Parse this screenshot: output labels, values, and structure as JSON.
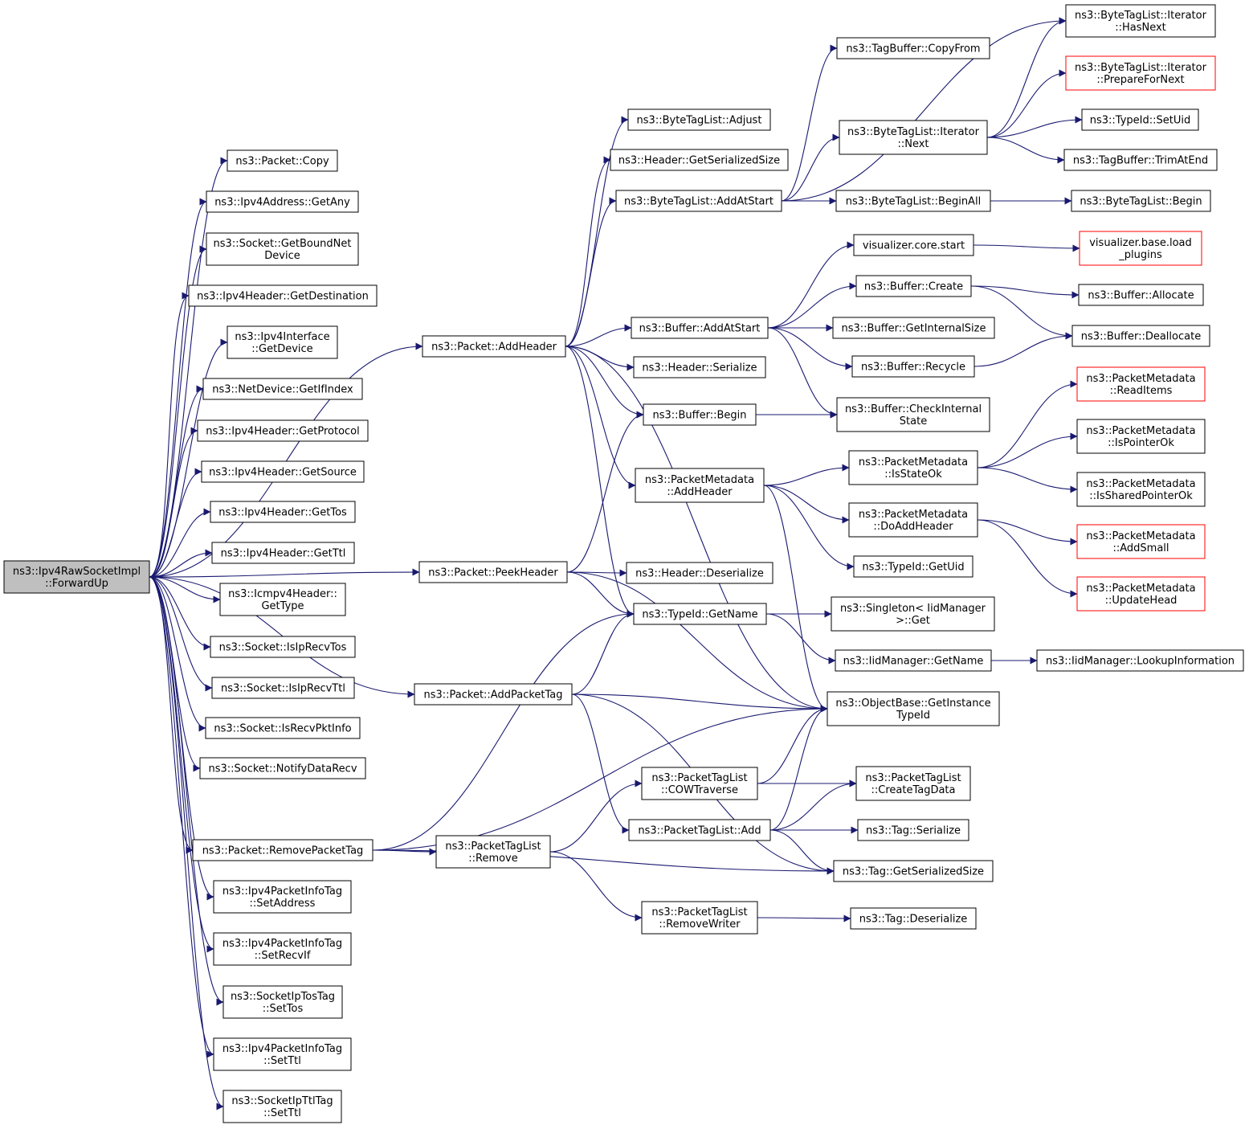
{
  "graph": {
    "colors": {
      "edge": "#191970",
      "node_border": "#000000",
      "node_border_incomplete": "#ff0000",
      "root_fill": "#bfbfbf",
      "node_fill": "#ffffff"
    },
    "nodes": [
      {
        "id": "forwardup",
        "lines": [
          "ns3::Ipv4RawSocketImpl",
          "::ForwardUp"
        ],
        "root": true
      },
      {
        "id": "pkt_copy",
        "lines": [
          "ns3::Packet::Copy"
        ]
      },
      {
        "id": "ipv4addr_getany",
        "lines": [
          "ns3::Ipv4Address::GetAny"
        ]
      },
      {
        "id": "sock_getboundnetdevice",
        "lines": [
          "ns3::Socket::GetBoundNet",
          "Device"
        ]
      },
      {
        "id": "ipv4hdr_getdest",
        "lines": [
          "ns3::Ipv4Header::GetDestination"
        ]
      },
      {
        "id": "ipv4if_getdevice",
        "lines": [
          "ns3::Ipv4Interface",
          "::GetDevice"
        ]
      },
      {
        "id": "netdev_getifindex",
        "lines": [
          "ns3::NetDevice::GetIfIndex"
        ]
      },
      {
        "id": "ipv4hdr_getprotocol",
        "lines": [
          "ns3::Ipv4Header::GetProtocol"
        ]
      },
      {
        "id": "ipv4hdr_getsource",
        "lines": [
          "ns3::Ipv4Header::GetSource"
        ]
      },
      {
        "id": "ipv4hdr_gettos",
        "lines": [
          "ns3::Ipv4Header::GetTos"
        ]
      },
      {
        "id": "ipv4hdr_getttl",
        "lines": [
          "ns3::Ipv4Header::GetTtl"
        ]
      },
      {
        "id": "icmpv4hdr_gettype",
        "lines": [
          "ns3::Icmpv4Header::",
          "GetType"
        ]
      },
      {
        "id": "sock_isiprecvtos",
        "lines": [
          "ns3::Socket::IsIpRecvTos"
        ]
      },
      {
        "id": "sock_isiprecvttl",
        "lines": [
          "ns3::Socket::IsIpRecvTtl"
        ]
      },
      {
        "id": "sock_isrecvpktinfo",
        "lines": [
          "ns3::Socket::IsRecvPktInfo"
        ]
      },
      {
        "id": "sock_notifydatarecv",
        "lines": [
          "ns3::Socket::NotifyDataRecv"
        ]
      },
      {
        "id": "pkt_removepackettag",
        "lines": [
          "ns3::Packet::RemovePacketTag"
        ]
      },
      {
        "id": "ipv4pit_setaddress",
        "lines": [
          "ns3::Ipv4PacketInfoTag",
          "::SetAddress"
        ]
      },
      {
        "id": "ipv4pit_setrecvif",
        "lines": [
          "ns3::Ipv4PacketInfoTag",
          "::SetRecvIf"
        ]
      },
      {
        "id": "socktostag_settos",
        "lines": [
          "ns3::SocketIpTosTag",
          "::SetTos"
        ]
      },
      {
        "id": "ipv4pit_setttl",
        "lines": [
          "ns3::Ipv4PacketInfoTag",
          "::SetTtl"
        ]
      },
      {
        "id": "sockttltag_setttl",
        "lines": [
          "ns3::SocketIpTtlTag",
          "::SetTtl"
        ]
      },
      {
        "id": "pkt_addheader",
        "lines": [
          "ns3::Packet::AddHeader"
        ]
      },
      {
        "id": "pkt_peekheader",
        "lines": [
          "ns3::Packet::PeekHeader"
        ]
      },
      {
        "id": "pkt_addpackettag",
        "lines": [
          "ns3::Packet::AddPacketTag"
        ]
      },
      {
        "id": "ptl_remove",
        "lines": [
          "ns3::PacketTagList",
          "::Remove"
        ]
      },
      {
        "id": "btl_adjust",
        "lines": [
          "ns3::ByteTagList::Adjust"
        ]
      },
      {
        "id": "hdr_getserializedsize",
        "lines": [
          "ns3::Header::GetSerializedSize"
        ]
      },
      {
        "id": "btl_addatstart",
        "lines": [
          "ns3::ByteTagList::AddAtStart"
        ]
      },
      {
        "id": "buf_addatstart",
        "lines": [
          "ns3::Buffer::AddAtStart"
        ]
      },
      {
        "id": "hdr_serialize",
        "lines": [
          "ns3::Header::Serialize"
        ]
      },
      {
        "id": "buf_begin",
        "lines": [
          "ns3::Buffer::Begin"
        ]
      },
      {
        "id": "pm_addheader",
        "lines": [
          "ns3::PacketMetadata",
          "::AddHeader"
        ]
      },
      {
        "id": "hdr_deserialize",
        "lines": [
          "ns3::Header::Deserialize"
        ]
      },
      {
        "id": "typeid_getname",
        "lines": [
          "ns3::TypeId::GetName"
        ]
      },
      {
        "id": "ptl_cowtraverse",
        "lines": [
          "ns3::PacketTagList",
          "::COWTraverse"
        ]
      },
      {
        "id": "ptl_add",
        "lines": [
          "ns3::PacketTagList::Add"
        ]
      },
      {
        "id": "ptl_removewriter",
        "lines": [
          "ns3::PacketTagList",
          "::RemoveWriter"
        ]
      },
      {
        "id": "tagbuf_copyfrom",
        "lines": [
          "ns3::TagBuffer::CopyFrom"
        ]
      },
      {
        "id": "btli_next",
        "lines": [
          "ns3::ByteTagList::Iterator",
          "::Next"
        ]
      },
      {
        "id": "btl_beginall",
        "lines": [
          "ns3::ByteTagList::BeginAll"
        ]
      },
      {
        "id": "viz_core_start",
        "lines": [
          "visualizer.core.start"
        ]
      },
      {
        "id": "buf_create",
        "lines": [
          "ns3::Buffer::Create"
        ]
      },
      {
        "id": "buf_getinternalsize",
        "lines": [
          "ns3::Buffer::GetInternalSize"
        ]
      },
      {
        "id": "buf_recycle",
        "lines": [
          "ns3::Buffer::Recycle"
        ]
      },
      {
        "id": "buf_checkinternalstate",
        "lines": [
          "ns3::Buffer::CheckInternal",
          "State"
        ]
      },
      {
        "id": "pm_isstateok",
        "lines": [
          "ns3::PacketMetadata",
          "::IsStateOk"
        ]
      },
      {
        "id": "pm_doaddheader",
        "lines": [
          "ns3::PacketMetadata",
          "::DoAddHeader"
        ]
      },
      {
        "id": "typeid_getuid",
        "lines": [
          "ns3::TypeId::GetUid"
        ]
      },
      {
        "id": "singleton_get",
        "lines": [
          "ns3::Singleton< IidManager",
          " >::Get"
        ]
      },
      {
        "id": "iidmgr_getname",
        "lines": [
          "ns3::IidManager::GetName"
        ]
      },
      {
        "id": "objbase_getinstancetypeid",
        "lines": [
          "ns3::ObjectBase::GetInstance",
          "TypeId"
        ]
      },
      {
        "id": "ptl_createtagdata",
        "lines": [
          "ns3::PacketTagList",
          "::CreateTagData"
        ]
      },
      {
        "id": "tag_serialize",
        "lines": [
          "ns3::Tag::Serialize"
        ]
      },
      {
        "id": "tag_getserializedsize",
        "lines": [
          "ns3::Tag::GetSerializedSize"
        ]
      },
      {
        "id": "tag_deserialize",
        "lines": [
          "ns3::Tag::Deserialize"
        ]
      },
      {
        "id": "btli_hasnext",
        "lines": [
          "ns3::ByteTagList::Iterator",
          "::HasNext"
        ]
      },
      {
        "id": "btli_preparefornext",
        "lines": [
          "ns3::ByteTagList::Iterator",
          "::PrepareForNext"
        ],
        "incomplete": true
      },
      {
        "id": "typeid_setuid",
        "lines": [
          "ns3::TypeId::SetUid"
        ]
      },
      {
        "id": "tagbuf_trimatend",
        "lines": [
          "ns3::TagBuffer::TrimAtEnd"
        ]
      },
      {
        "id": "btl_begin",
        "lines": [
          "ns3::ByteTagList::Begin"
        ]
      },
      {
        "id": "viz_base_loadplugins",
        "lines": [
          "visualizer.base.load",
          "_plugins"
        ],
        "incomplete": true
      },
      {
        "id": "buf_allocate",
        "lines": [
          "ns3::Buffer::Allocate"
        ]
      },
      {
        "id": "buf_deallocate",
        "lines": [
          "ns3::Buffer::Deallocate"
        ]
      },
      {
        "id": "pm_readitems",
        "lines": [
          "ns3::PacketMetadata",
          "::ReadItems"
        ],
        "incomplete": true
      },
      {
        "id": "pm_ispointerok",
        "lines": [
          "ns3::PacketMetadata",
          "::IsPointerOk"
        ]
      },
      {
        "id": "pm_issharedpointerok",
        "lines": [
          "ns3::PacketMetadata",
          "::IsSharedPointerOk"
        ]
      },
      {
        "id": "pm_addsmall",
        "lines": [
          "ns3::PacketMetadata",
          "::AddSmall"
        ],
        "incomplete": true
      },
      {
        "id": "pm_updatehead",
        "lines": [
          "ns3::PacketMetadata",
          "::UpdateHead"
        ],
        "incomplete": true
      },
      {
        "id": "iidmgr_lookupinformation",
        "lines": [
          "ns3::IidManager::LookupInformation"
        ]
      }
    ],
    "edges": [
      [
        "forwardup",
        "pkt_copy"
      ],
      [
        "forwardup",
        "ipv4addr_getany"
      ],
      [
        "forwardup",
        "sock_getboundnetdevice"
      ],
      [
        "forwardup",
        "ipv4hdr_getdest"
      ],
      [
        "forwardup",
        "ipv4if_getdevice"
      ],
      [
        "forwardup",
        "netdev_getifindex"
      ],
      [
        "forwardup",
        "ipv4hdr_getprotocol"
      ],
      [
        "forwardup",
        "ipv4hdr_getsource"
      ],
      [
        "forwardup",
        "ipv4hdr_gettos"
      ],
      [
        "forwardup",
        "ipv4hdr_getttl"
      ],
      [
        "forwardup",
        "icmpv4hdr_gettype"
      ],
      [
        "forwardup",
        "sock_isiprecvtos"
      ],
      [
        "forwardup",
        "sock_isiprecvttl"
      ],
      [
        "forwardup",
        "sock_isrecvpktinfo"
      ],
      [
        "forwardup",
        "sock_notifydatarecv"
      ],
      [
        "forwardup",
        "pkt_removepackettag"
      ],
      [
        "forwardup",
        "ipv4pit_setaddress"
      ],
      [
        "forwardup",
        "ipv4pit_setrecvif"
      ],
      [
        "forwardup",
        "socktostag_settos"
      ],
      [
        "forwardup",
        "ipv4pit_setttl"
      ],
      [
        "forwardup",
        "sockttltag_setttl"
      ],
      [
        "forwardup",
        "pkt_addheader"
      ],
      [
        "forwardup",
        "pkt_peekheader"
      ],
      [
        "forwardup",
        "pkt_addpackettag"
      ],
      [
        "pkt_addheader",
        "btl_adjust"
      ],
      [
        "pkt_addheader",
        "hdr_getserializedsize"
      ],
      [
        "pkt_addheader",
        "btl_addatstart"
      ],
      [
        "pkt_addheader",
        "buf_addatstart"
      ],
      [
        "pkt_addheader",
        "hdr_serialize"
      ],
      [
        "pkt_addheader",
        "buf_begin"
      ],
      [
        "pkt_addheader",
        "pm_addheader"
      ],
      [
        "pkt_addheader",
        "typeid_getname"
      ],
      [
        "pkt_addheader",
        "objbase_getinstancetypeid"
      ],
      [
        "pkt_peekheader",
        "hdr_deserialize"
      ],
      [
        "pkt_peekheader",
        "typeid_getname"
      ],
      [
        "pkt_peekheader",
        "buf_begin"
      ],
      [
        "pkt_peekheader",
        "objbase_getinstancetypeid"
      ],
      [
        "pkt_addpackettag",
        "typeid_getname"
      ],
      [
        "pkt_addpackettag",
        "objbase_getinstancetypeid"
      ],
      [
        "pkt_addpackettag",
        "ptl_add"
      ],
      [
        "pkt_addpackettag",
        "tag_getserializedsize"
      ],
      [
        "pkt_removepackettag",
        "typeid_getname"
      ],
      [
        "pkt_removepackettag",
        "objbase_getinstancetypeid"
      ],
      [
        "pkt_removepackettag",
        "ptl_remove"
      ],
      [
        "pkt_removepackettag",
        "tag_getserializedsize"
      ],
      [
        "ptl_remove",
        "ptl_cowtraverse"
      ],
      [
        "ptl_remove",
        "ptl_removewriter"
      ],
      [
        "btl_addatstart",
        "tagbuf_copyfrom"
      ],
      [
        "btl_addatstart",
        "btli_next"
      ],
      [
        "btl_addatstart",
        "btl_beginall"
      ],
      [
        "btl_addatstart",
        "btli_hasnext"
      ],
      [
        "btli_next",
        "btli_hasnext"
      ],
      [
        "btli_next",
        "btli_preparefornext"
      ],
      [
        "btli_next",
        "typeid_setuid"
      ],
      [
        "btli_next",
        "tagbuf_trimatend"
      ],
      [
        "btl_beginall",
        "btl_begin"
      ],
      [
        "buf_addatstart",
        "viz_core_start"
      ],
      [
        "buf_addatstart",
        "buf_create"
      ],
      [
        "buf_addatstart",
        "buf_getinternalsize"
      ],
      [
        "buf_addatstart",
        "buf_recycle"
      ],
      [
        "buf_addatstart",
        "buf_checkinternalstate"
      ],
      [
        "viz_core_start",
        "viz_base_loadplugins"
      ],
      [
        "buf_create",
        "buf_allocate"
      ],
      [
        "buf_create",
        "buf_deallocate"
      ],
      [
        "buf_recycle",
        "buf_deallocate"
      ],
      [
        "buf_begin",
        "buf_checkinternalstate"
      ],
      [
        "pm_addheader",
        "pm_isstateok"
      ],
      [
        "pm_addheader",
        "pm_doaddheader"
      ],
      [
        "pm_addheader",
        "typeid_getuid"
      ],
      [
        "pm_addheader",
        "objbase_getinstancetypeid"
      ],
      [
        "pm_isstateok",
        "pm_readitems"
      ],
      [
        "pm_isstateok",
        "pm_ispointerok"
      ],
      [
        "pm_isstateok",
        "pm_issharedpointerok"
      ],
      [
        "pm_doaddheader",
        "pm_addsmall"
      ],
      [
        "pm_doaddheader",
        "pm_updatehead"
      ],
      [
        "typeid_getname",
        "singleton_get"
      ],
      [
        "typeid_getname",
        "iidmgr_getname"
      ],
      [
        "iidmgr_getname",
        "iidmgr_lookupinformation"
      ],
      [
        "ptl_cowtraverse",
        "ptl_createtagdata"
      ],
      [
        "ptl_cowtraverse",
        "objbase_getinstancetypeid"
      ],
      [
        "ptl_add",
        "ptl_createtagdata"
      ],
      [
        "ptl_add",
        "tag_serialize"
      ],
      [
        "ptl_add",
        "tag_getserializedsize"
      ],
      [
        "ptl_add",
        "objbase_getinstancetypeid"
      ],
      [
        "ptl_removewriter",
        "tag_deserialize"
      ]
    ]
  }
}
